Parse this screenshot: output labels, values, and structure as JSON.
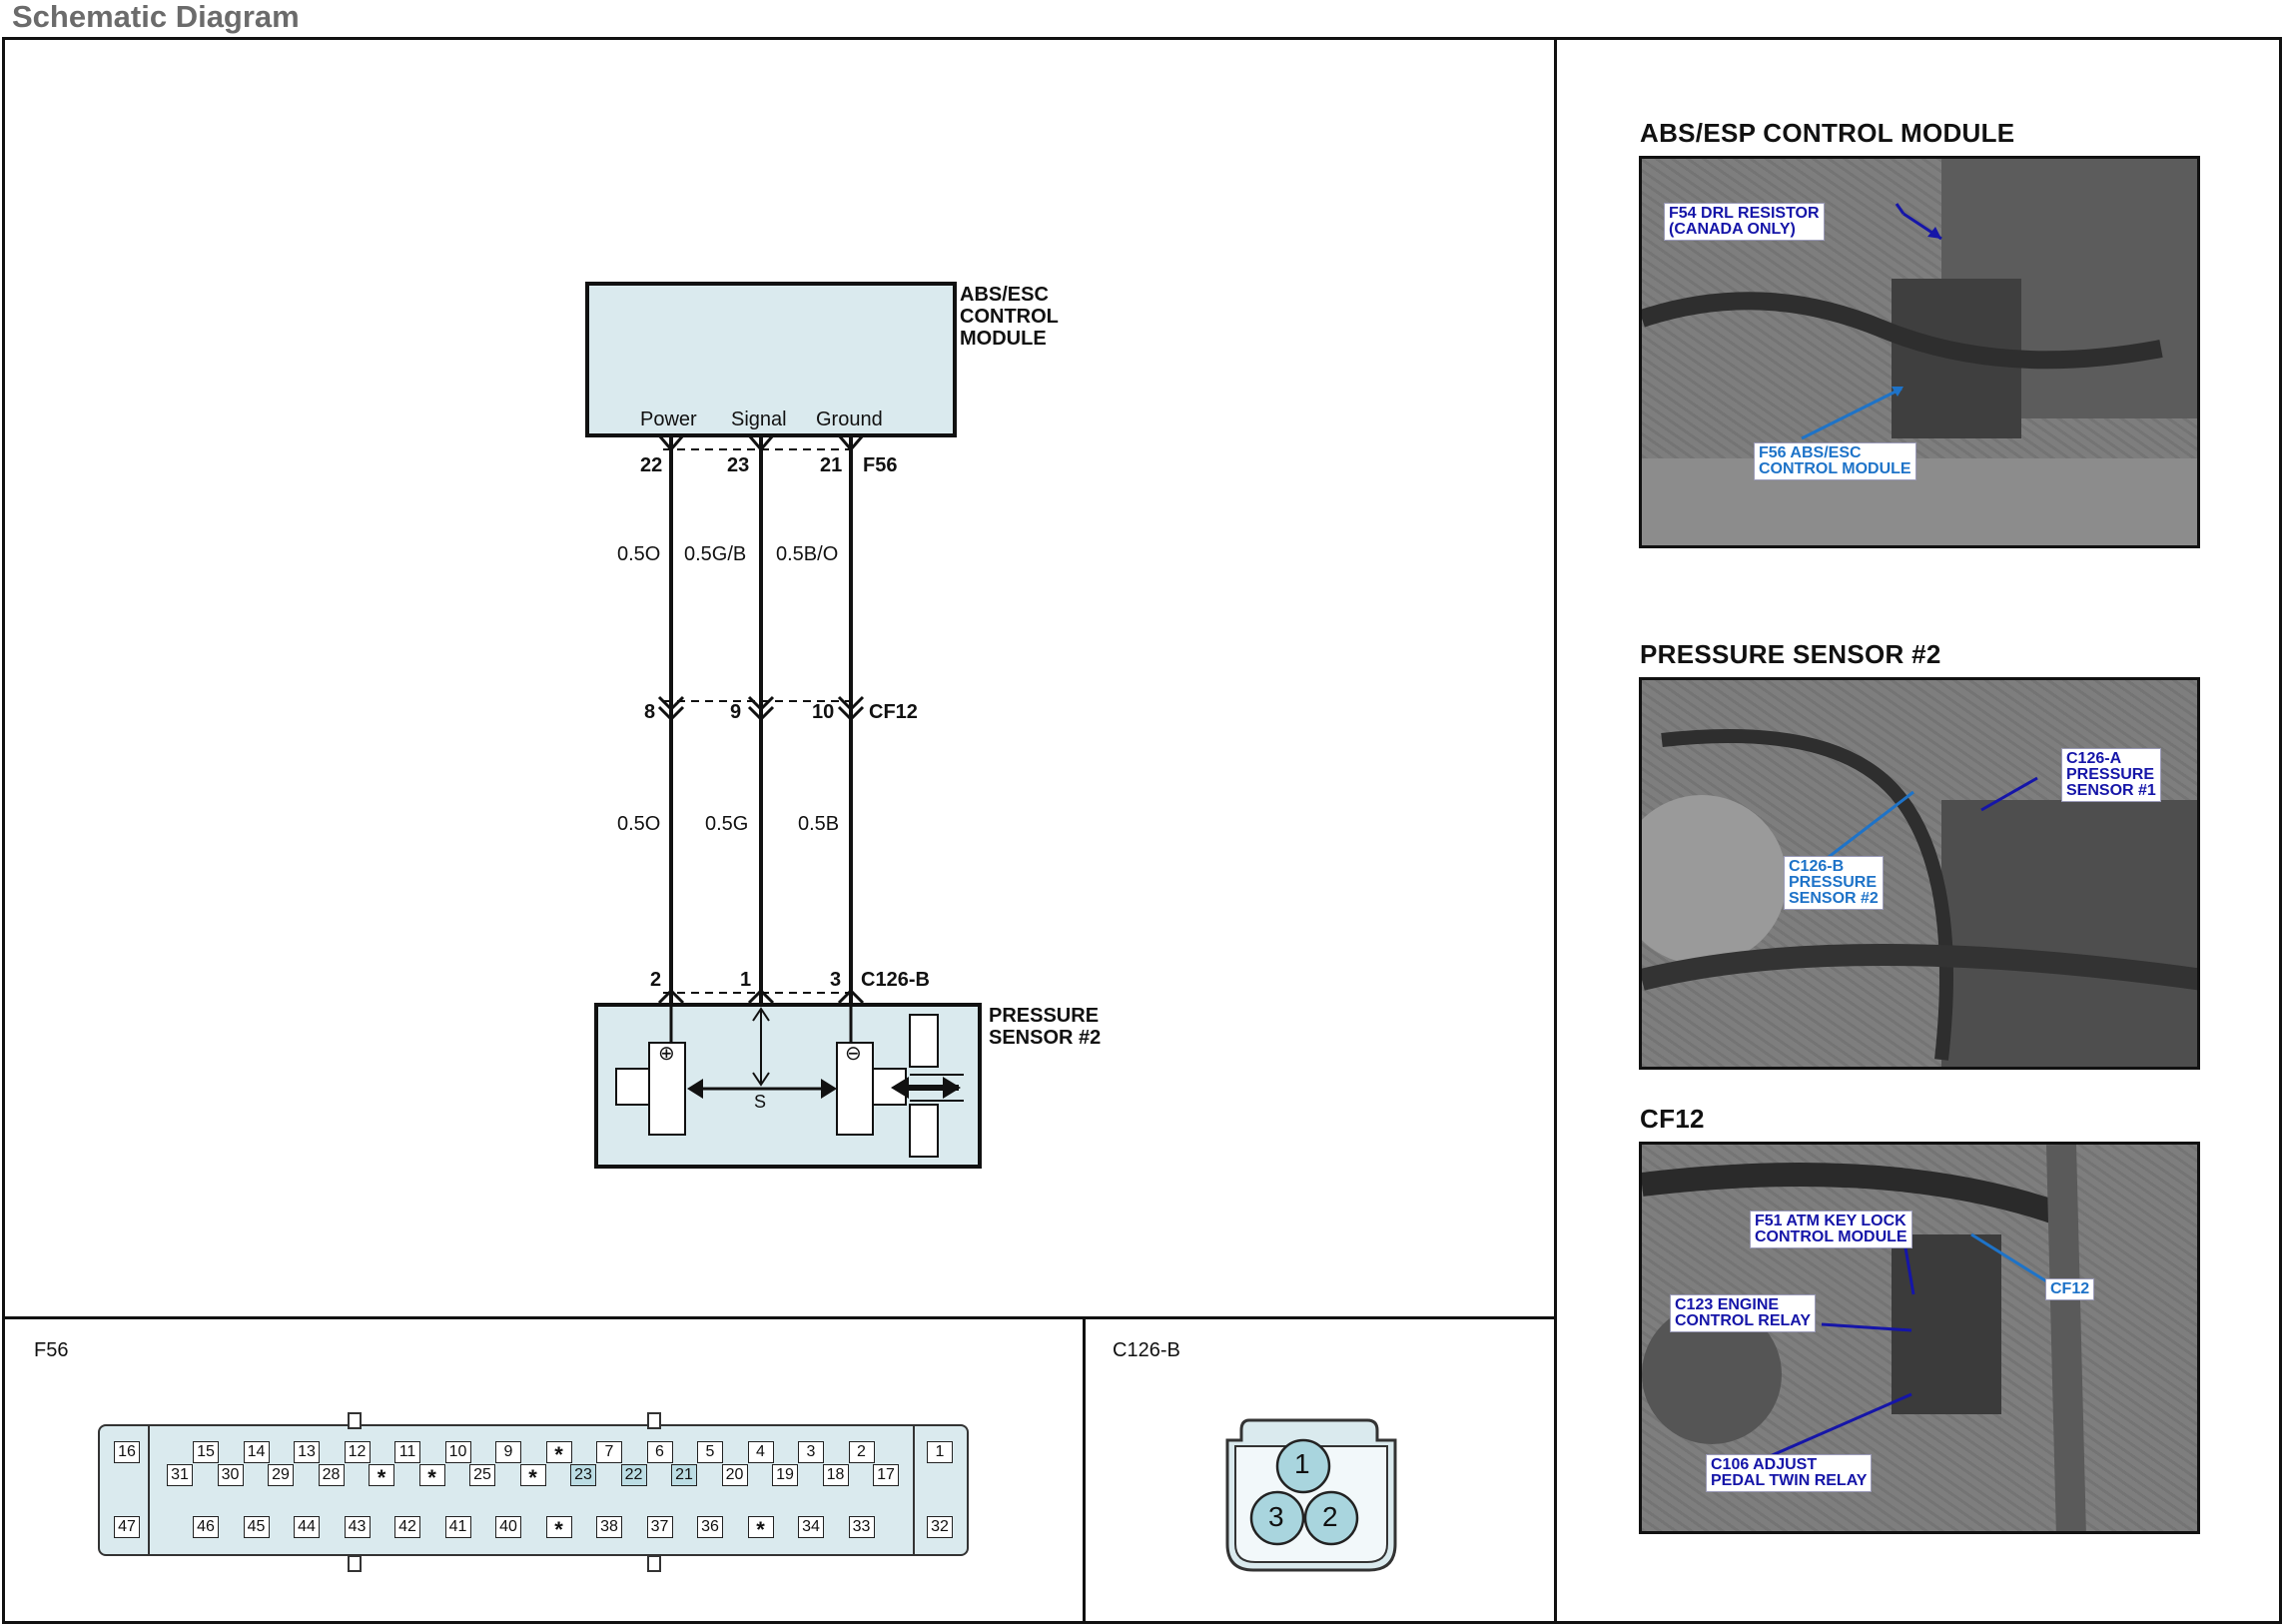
{
  "page_title": "Schematic Diagram",
  "schematic": {
    "module_label": "ABS/ESC\nCONTROL\nMODULE",
    "pin_functions": [
      "Power",
      "Signal",
      "Ground"
    ],
    "connector_f56": {
      "name": "F56",
      "pins": [
        "22",
        "23",
        "21"
      ]
    },
    "wires_top": [
      "0.5O",
      "0.5G/B",
      "0.5B/O"
    ],
    "connector_cf12": {
      "name": "CF12",
      "pins": [
        "8",
        "9",
        "10"
      ]
    },
    "wires_bottom": [
      "0.5O",
      "0.5G",
      "0.5B"
    ],
    "connector_c126b": {
      "name": "C126-B",
      "pins": [
        "2",
        "1",
        "3"
      ]
    },
    "sensor_label": "PRESSURE\nSENSOR #2",
    "sensor_signal": "S",
    "plus_symbol": "⊕",
    "minus_symbol": "⊖"
  },
  "photos": [
    {
      "title": "ABS/ESP CONTROL MODULE",
      "callouts": [
        "F54 DRL RESISTOR\n(CANADA ONLY)",
        "F56 ABS/ESC\nCONTROL MODULE"
      ]
    },
    {
      "title": "PRESSURE SENSOR #2",
      "callouts": [
        "C126-A\nPRESSURE\nSENSOR #1",
        "C126-B\nPRESSURE\nSENSOR #2"
      ]
    },
    {
      "title": "CF12",
      "callouts": [
        "F51 ATM KEY LOCK\nCONTROL MODULE",
        "C123 ENGINE\nCONTROL RELAY",
        "CF12",
        "C106 ADJUST\nPEDAL TWIN RELAY"
      ]
    }
  ],
  "f56_panel": {
    "title": "F56",
    "row1": [
      "15",
      "14",
      "13",
      "12",
      "11",
      "10",
      "9",
      "*",
      "7",
      "6",
      "5",
      "4",
      "3",
      "2"
    ],
    "row2": [
      "31",
      "30",
      "29",
      "28",
      "*",
      "*",
      "25",
      "*",
      "23",
      "22",
      "21",
      "20",
      "19",
      "18",
      "17"
    ],
    "row3": [
      "46",
      "45",
      "44",
      "43",
      "42",
      "41",
      "40",
      "*",
      "38",
      "37",
      "36",
      "*",
      "34",
      "33"
    ],
    "left_top": "16",
    "left_bottom": "47",
    "right_top": "1",
    "right_bottom": "32",
    "highlighted": [
      "23",
      "22",
      "21"
    ],
    "highlight_color": "#bcdde4"
  },
  "c126b_panel": {
    "title": "C126-B",
    "pins": [
      "1",
      "3",
      "2"
    ],
    "pin_color": "#a9d5de"
  },
  "colors": {
    "module_fill": "#daeaee",
    "sensor_fill": "#daeaee"
  }
}
